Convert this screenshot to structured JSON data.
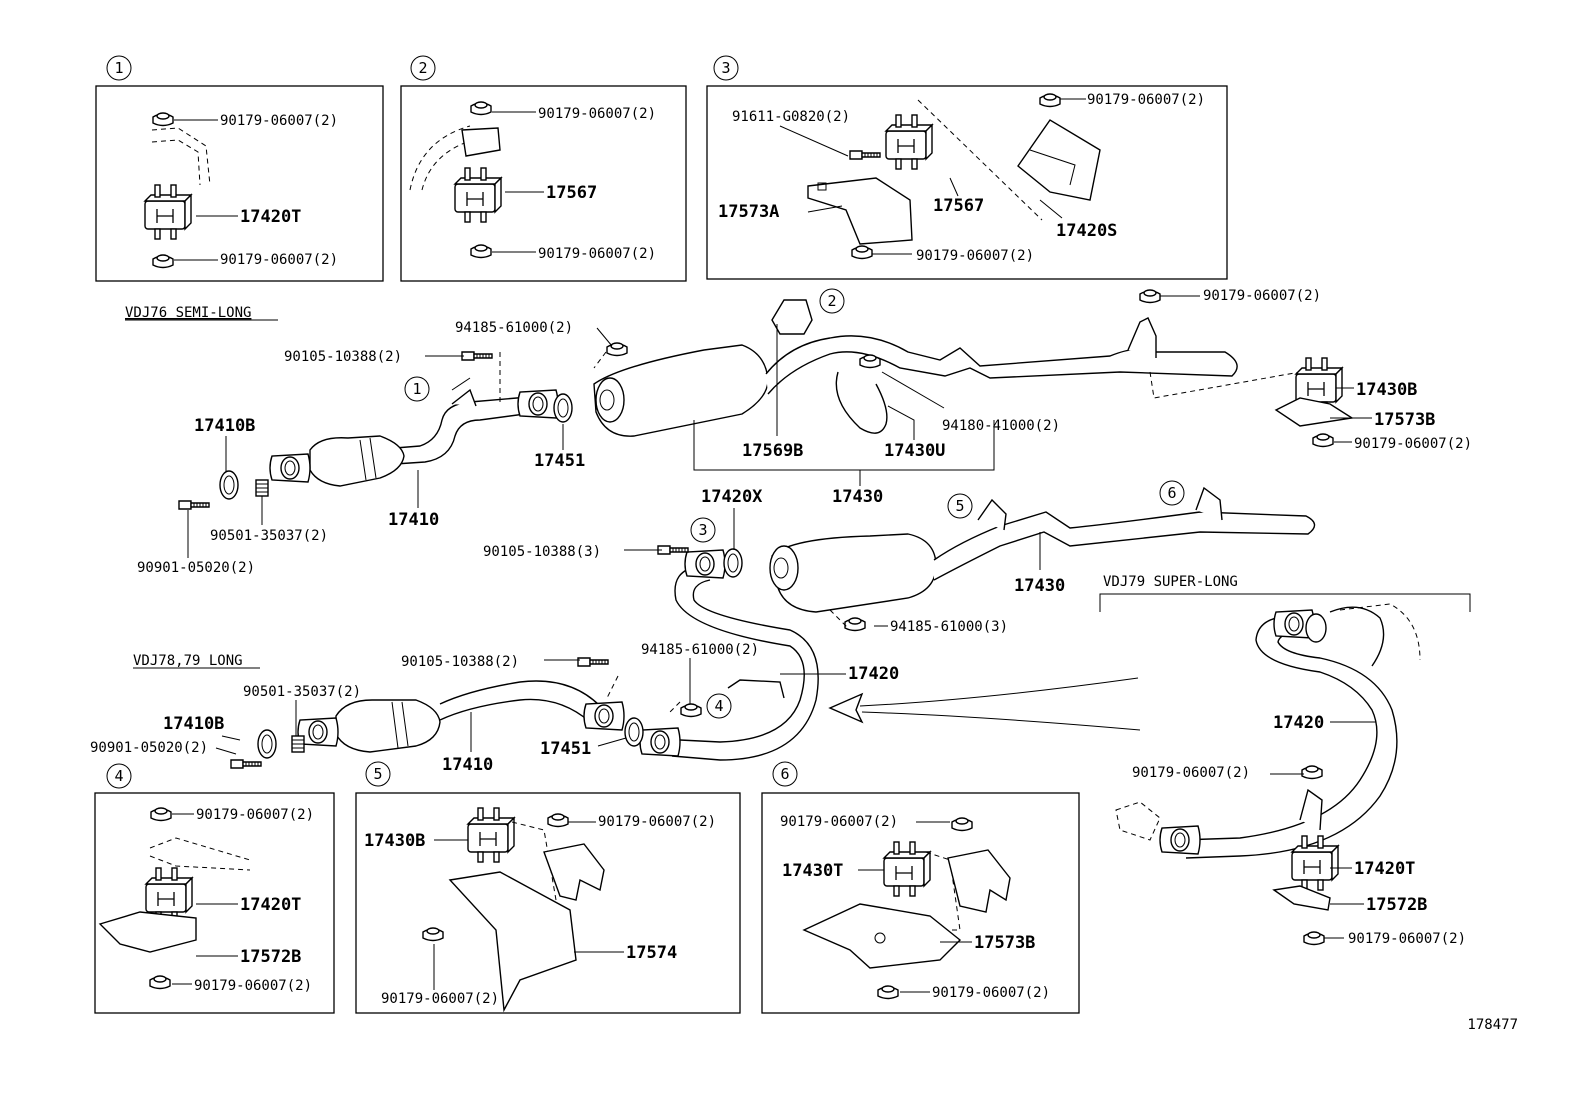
{
  "diagram_id": "178477",
  "sections": {
    "semi_long": "VDJ76 SEMI-LONG",
    "long": "VDJ78,79 LONG",
    "super_long": "VDJ79 SUPER-LONG"
  },
  "detail_markers": [
    "1",
    "2",
    "3",
    "4",
    "5",
    "6"
  ],
  "labels": {
    "d1_nut_top": "90179-06007(2)",
    "d1_mount": "17420T",
    "d1_nut_bot": "90179-06007(2)",
    "d2_nut_top": "90179-06007(2)",
    "d2_mount": "17567",
    "d2_nut_bot": "90179-06007(2)",
    "d3_bolt": "91611-G0820(2)",
    "d3_nut_top": "90179-06007(2)",
    "d3_bracket": "17573A",
    "d3_mount": "17567",
    "d3_hanger": "17420S",
    "d3_nut_bot": "90179-06007(2)",
    "sl_nut_94185": "94185-61000(2)",
    "sl_bolt_90105": "90105-10388(2)",
    "sl_front_pipe_gasket": "17410B",
    "sl_gasket": "17451",
    "sl_front_pipe": "17410",
    "sl_spring": "90501-35037(2)",
    "sl_bolt_90901": "90901-05020(2)",
    "sl_muffler_support": "17569B",
    "sl_clamp": "17430U",
    "sl_clamp_nut": "94180-41000(2)",
    "sl_tail_pipe": "17430",
    "sl_nut_right": "90179-06007(2)",
    "sl_mount_right": "17430B",
    "sl_bracket_right": "17573B",
    "sl_nut_right_bot": "90179-06007(2)",
    "l_center_gasket": "17420X",
    "l_bolt_90105_3": "90105-10388(3)",
    "l_tail_pipe": "17430",
    "l_nut_94185_3": "94185-61000(3)",
    "l_bolt_90105_2": "90105-10388(2)",
    "l_nut_94185_2": "94185-61000(2)",
    "l_spring": "90501-35037(2)",
    "l_center_pipe": "17420",
    "l_front_gasket": "17410B",
    "l_bolt_90901": "90901-05020(2)",
    "l_gasket": "17451",
    "l_front_pipe": "17410",
    "sul_center_pipe": "17420",
    "sul_nut": "90179-06007(2)",
    "sul_mount": "17420T",
    "sul_bracket": "17572B",
    "sul_nut_bot": "90179-06007(2)",
    "d4_nut_top": "90179-06007(2)",
    "d4_mount": "17420T",
    "d4_bracket": "17572B",
    "d4_nut_bot": "90179-06007(2)",
    "d5_mount": "17430B",
    "d5_nut_top": "90179-06007(2)",
    "d5_bracket": "17574",
    "d5_nut_bot": "90179-06007(2)",
    "d6_nut_top": "90179-06007(2)",
    "d6_mount": "17430T",
    "d6_bracket": "17573B",
    "d6_nut_bot": "90179-06007(2)"
  },
  "icons": [
    "hex-nut-icon",
    "rubber-mount-icon",
    "bolt-icon",
    "gasket-ring-icon",
    "muffler-icon",
    "catalytic-converter-icon",
    "arrow-icon"
  ]
}
